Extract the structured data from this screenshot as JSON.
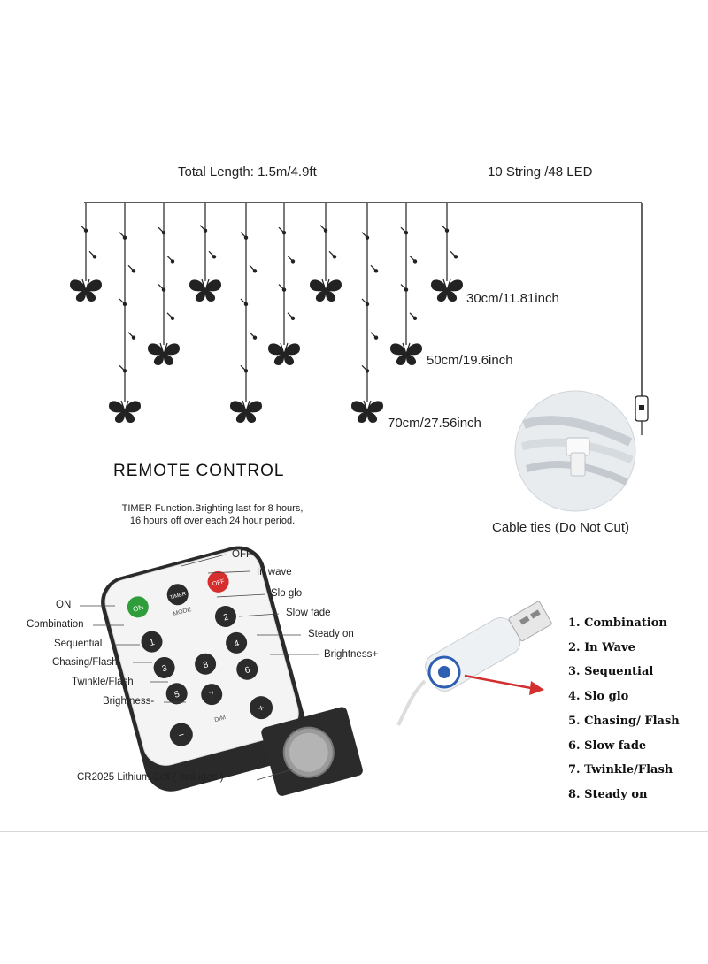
{
  "top": {
    "total_length": "Total Length: 1.5m/4.9ft",
    "string_count": "10 String /48 LED",
    "lengths": [
      "30cm/11.81inch",
      "50cm/19.6inch",
      "70cm/27.56inch"
    ],
    "cable_ties": "Cable ties (Do Not Cut)"
  },
  "remote": {
    "title": "REMOTE CONTROL",
    "timer_note": [
      "TIMER Function.Brighting last for 8 hours,",
      "16 hours off over each 24 hour period."
    ],
    "right_callouts": [
      "OFF",
      "In wave",
      "Slo glo",
      "Slow fade",
      "Steady on",
      "Brightness+"
    ],
    "left_callouts": [
      "ON",
      "Combination",
      "Sequential",
      "Chasing/Flash",
      "Twinkle/Flash",
      "Brightness-"
    ],
    "battery": "CR2025 Lithium Cell ( included )",
    "button_labels": {
      "on": "ON",
      "timer": "TIMER",
      "off": "OFF",
      "mode": "MODE",
      "dim": "DIM",
      "plus": "+",
      "minus": "−",
      "numbers": [
        "1",
        "2",
        "3",
        "4",
        "5",
        "6",
        "7",
        "8"
      ]
    }
  },
  "modes": [
    "1. Combination",
    "2. In Wave",
    "3. Sequential",
    "4. Slo glo",
    "5. Chasing/ Flash",
    "6. Slow fade",
    "7. Twinkle/Flash",
    "8. Steady on"
  ],
  "colors": {
    "line": "#222222",
    "button_green": "#2e9d3a",
    "button_red": "#d62d2d",
    "button_dark": "#2b2b2b",
    "remote_body": "#f4f4f4",
    "usb_button": "#2f5fb3",
    "arrow": "#d23030"
  }
}
